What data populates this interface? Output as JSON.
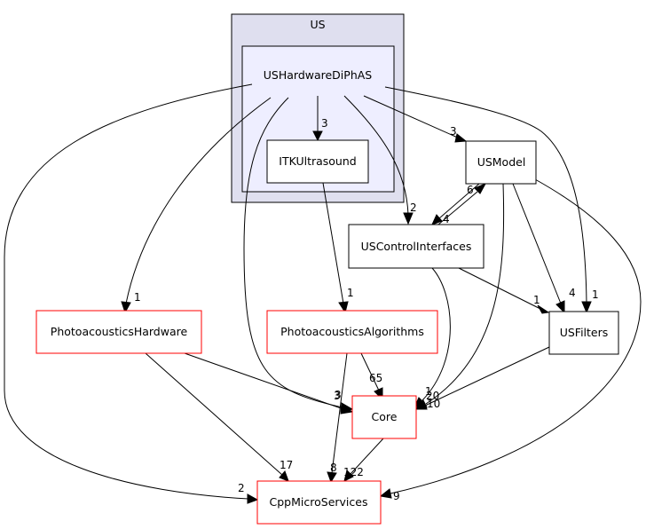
{
  "clusters": {
    "outer": {
      "label": "US"
    },
    "inner": {
      "label": "USHardwareDiPhAS"
    }
  },
  "nodes": {
    "itk": {
      "label": "ITKUltrasound",
      "border": "#000000"
    },
    "usmodel": {
      "label": "USModel",
      "border": "#000000"
    },
    "usci": {
      "label": "USControlInterfaces",
      "border": "#000000"
    },
    "pahw": {
      "label": "PhotoacousticsHardware",
      "border": "#ff0000"
    },
    "paalg": {
      "label": "PhotoacousticsAlgorithms",
      "border": "#ff0000"
    },
    "usfilters": {
      "label": "USFilters",
      "border": "#000000"
    },
    "core": {
      "label": "Core",
      "border": "#ff0000"
    },
    "cpp": {
      "label": "CppMicroServices",
      "border": "#ff0000"
    }
  },
  "edges": [
    {
      "id": "dip-itk",
      "label": "3"
    },
    {
      "id": "dip-usmodel",
      "label": "3"
    },
    {
      "id": "dip-usci",
      "label": "2"
    },
    {
      "id": "dip-pahw",
      "label": "1"
    },
    {
      "id": "dip-core",
      "label": "3"
    },
    {
      "id": "dip-usfilters",
      "label": "1"
    },
    {
      "id": "dip-cpp",
      "label": "2"
    },
    {
      "id": "itk-paalg",
      "label": "1"
    },
    {
      "id": "usmodel-usci",
      "label": "4"
    },
    {
      "id": "usci-usmodel",
      "label": "6"
    },
    {
      "id": "usmodel-usfilters",
      "label": "4"
    },
    {
      "id": "usmodel-core",
      "label": "20"
    },
    {
      "id": "usmodel-cpp",
      "label": "9"
    },
    {
      "id": "usci-usfilters",
      "label": "1"
    },
    {
      "id": "usci-core",
      "label": "1"
    },
    {
      "id": "usfilters-core",
      "label": "10"
    },
    {
      "id": "pahw-core",
      "label": "3"
    },
    {
      "id": "pahw-cpp",
      "label": "17"
    },
    {
      "id": "paalg-core",
      "label": "65"
    },
    {
      "id": "paalg-cpp",
      "label": "8"
    },
    {
      "id": "core-cpp",
      "label": "122"
    }
  ],
  "colors": {
    "outer_cluster_fill": "#dfdfef",
    "inner_cluster_fill": "#eeeeff",
    "highlight_border": "#ff0000"
  }
}
